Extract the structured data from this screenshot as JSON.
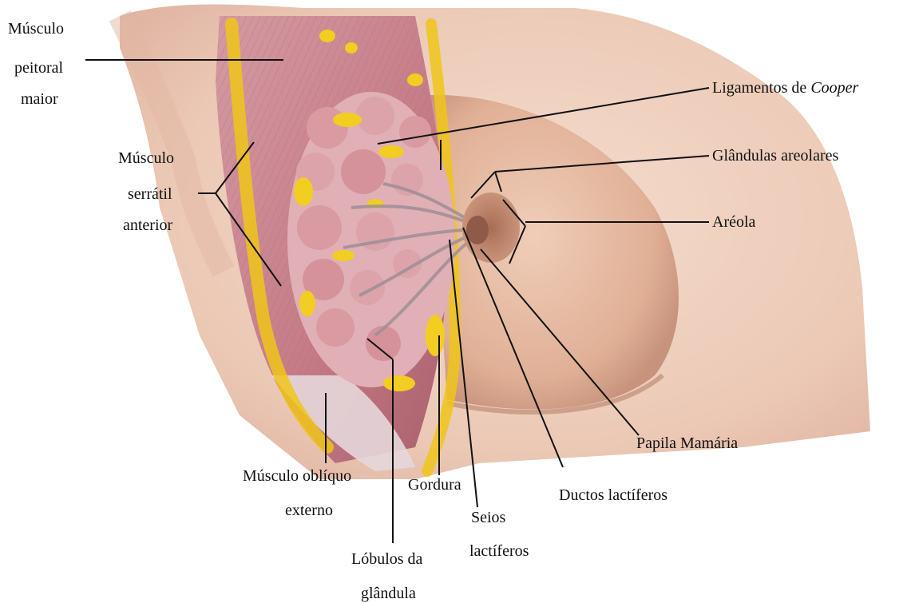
{
  "colors": {
    "skin": "#ecc9b4",
    "skin_shadow": "#c99a86",
    "muscle": "#c97c86",
    "fat": "#f1cc1e",
    "lobule": "#d89aa0",
    "areola": "#b07a63",
    "line": "#111111"
  },
  "labels": {
    "pectoral": [
      "Músculo",
      "peitoral",
      "maior"
    ],
    "serratus": [
      "Músculo",
      "serrátil",
      "anterior"
    ],
    "oblique": [
      "Músculo oblíquo",
      "externo"
    ],
    "lobules": [
      "Lóbulos da",
      "glândula"
    ],
    "fat": "Gordura",
    "sinus": [
      "Seios",
      "lactíferos"
    ],
    "ducts": "Ductos lactíferos",
    "papilla": "Papila Mamária",
    "cooper_prefix": "Ligamentos de ",
    "cooper_name": "Cooper",
    "areolar_glands": "Glândulas areolares",
    "areola": "Aréola"
  }
}
